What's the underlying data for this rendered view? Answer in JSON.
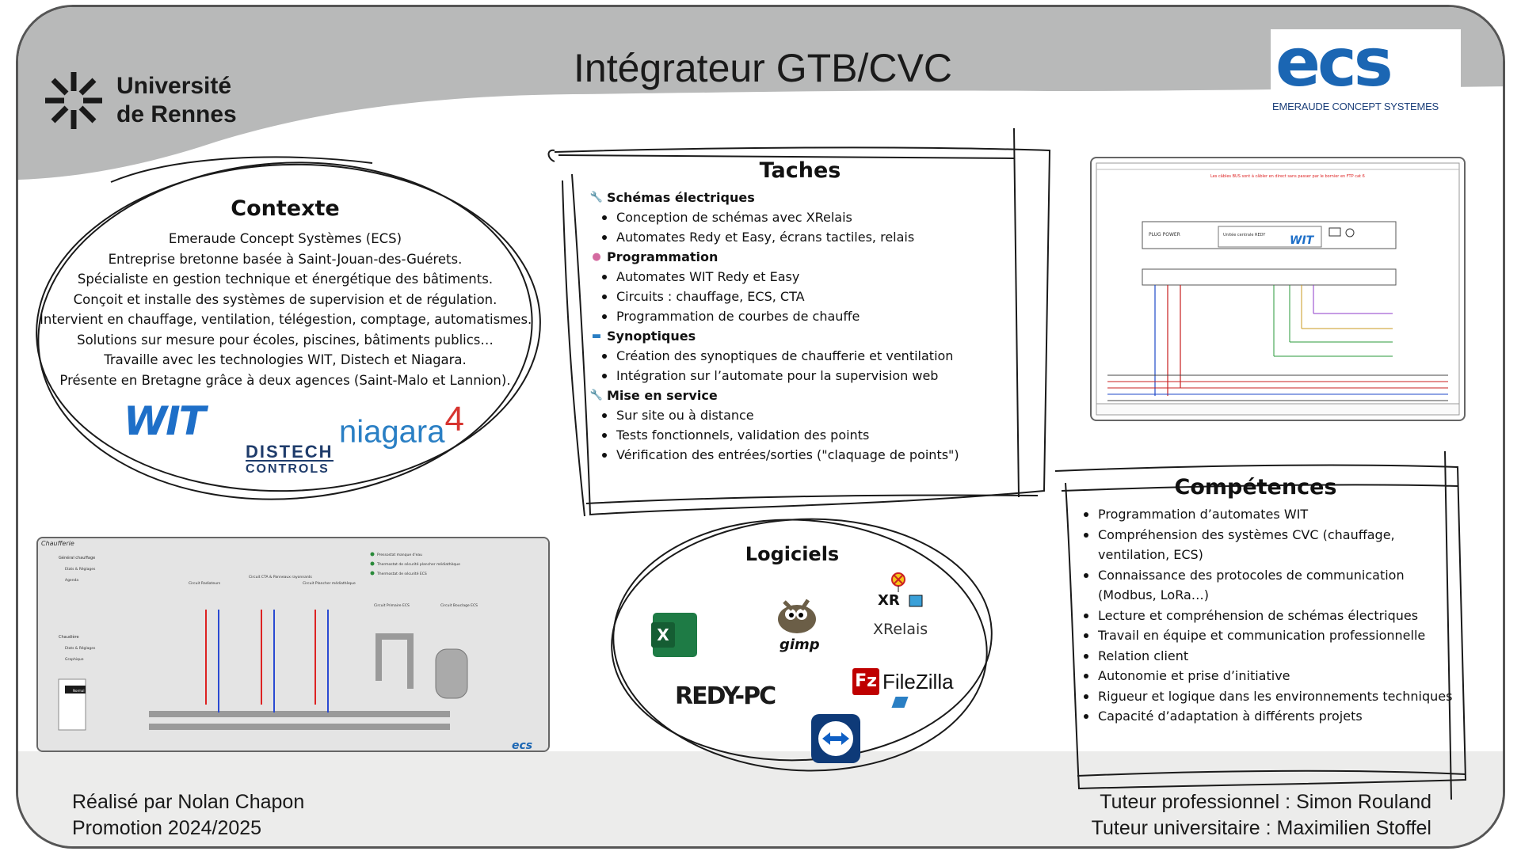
{
  "header": {
    "title": "Intégrateur GTB/CVC",
    "university_line1": "Université",
    "university_line2": "de Rennes",
    "company_logo_word": "ecs",
    "company_logo_subtitle": "EMERAUDE CONCEPT SYSTEMES"
  },
  "contexte": {
    "title": "Contexte",
    "lines": [
      "Emeraude Concept Systèmes (ECS)",
      "Entreprise bretonne basée à Saint-Jouan-des-Guérets.",
      "Spécialiste en gestion technique et énergétique des bâtiments.",
      "Conçoit et installe des systèmes de supervision et de régulation.",
      "Intervient en chauffage, ventilation, télégestion, comptage, automatismes.",
      "Solutions sur mesure pour écoles, piscines, bâtiments publics…",
      "Travaille avec les technologies WIT, Distech et Niagara.",
      "Présente en Bretagne grâce à deux agences (Saint-Malo et Lannion)."
    ],
    "logos": {
      "wit": "WIT",
      "niagara": "niagara",
      "niagara_num": "4",
      "distech_line1": "DISTECH",
      "distech_line2": "CONTROLS"
    }
  },
  "taches": {
    "title": "Taches",
    "sections": [
      {
        "icon": "wrench-icon",
        "label": "Schémas électriques",
        "items": [
          "Conception de schémas avec XRelais",
          "Automates Redy et Easy, écrans tactiles, relais"
        ]
      },
      {
        "icon": "brain-icon",
        "label": "Programmation",
        "items": [
          "Automates WIT Redy et Easy",
          "Circuits : chauffage, ECS, CTA",
          "Programmation de courbes de chauffe"
        ]
      },
      {
        "icon": "laptop-icon",
        "label": "Synoptiques",
        "items": [
          "Création des synoptiques de chaufferie et ventilation",
          "Intégration sur l’automate pour la supervision web"
        ]
      },
      {
        "icon": "wrench-icon",
        "label": "Mise en service",
        "items": [
          "Sur site ou à distance",
          "Tests fonctionnels, validation des points",
          "Vérification des entrées/sorties (\"claquage de points\")"
        ]
      }
    ]
  },
  "logiciels": {
    "title": "Logiciels",
    "names": {
      "gimp": "gimp",
      "xrelais": "XRelais",
      "redy": "REDY-PC",
      "filezilla": "FileZilla",
      "excel": "X"
    }
  },
  "competences": {
    "title": "Compétences",
    "items": [
      "Programmation d’automates WIT",
      "Compréhension des systèmes CVC (chauffage, ventilation, ECS)",
      "Connaissance des protocoles de communication (Modbus, LoRa…)",
      "Lecture et compréhension de schémas électriques",
      "Travail en équipe et communication professionnelle",
      "Relation client",
      "Autonomie et prise d’initiative",
      "Rigueur et logique dans les environnements techniques",
      "Capacité d’adaptation à différents projets"
    ]
  },
  "scada": {
    "title": "Chaufferie",
    "menu1": "Général chauffage",
    "menu1_items": [
      "Etats & Réglages",
      "Agenda"
    ],
    "menu2": "Chaudière",
    "menu2_items": [
      "Etats & Réglages",
      "Graphique"
    ],
    "circuits": [
      "Circuit Radiateurs",
      "Circuit CTA & Panneaux rayonnants",
      "Circuit Plancher médiathèque",
      "Circuit Primaire ECS",
      "Circuit Bouclage ECS"
    ],
    "legend": [
      "Pressostat manque d'eau",
      "Thermostat de sécurité plancher médiathèque",
      "Thermostat de sécurité ECS"
    ],
    "status": "Normal",
    "brand": "ecs"
  },
  "schematic": {
    "warning": "Les câbles BUS sont à câbler en direct sans passer par le bornier en FTP cat 6",
    "labels": [
      "PLUG POWER",
      "Unitée centrale REDY",
      "WIT"
    ]
  },
  "footer": {
    "left_line1": "Réalisé par Nolan Chapon",
    "left_line2": "Promotion 2024/2025",
    "right_line1": "Tuteur professionnel : Simon Rouland",
    "right_line2": "Tuteur universitaire : Maximilien Stoffel"
  },
  "colors": {
    "band": "#b7b8b8",
    "footer_band": "#ececeb",
    "ecs_blue": "#1b66b3",
    "wit_blue": "#1e6fc8",
    "niagara_blue": "#2a7fc4",
    "niagara_red": "#d7342f"
  }
}
